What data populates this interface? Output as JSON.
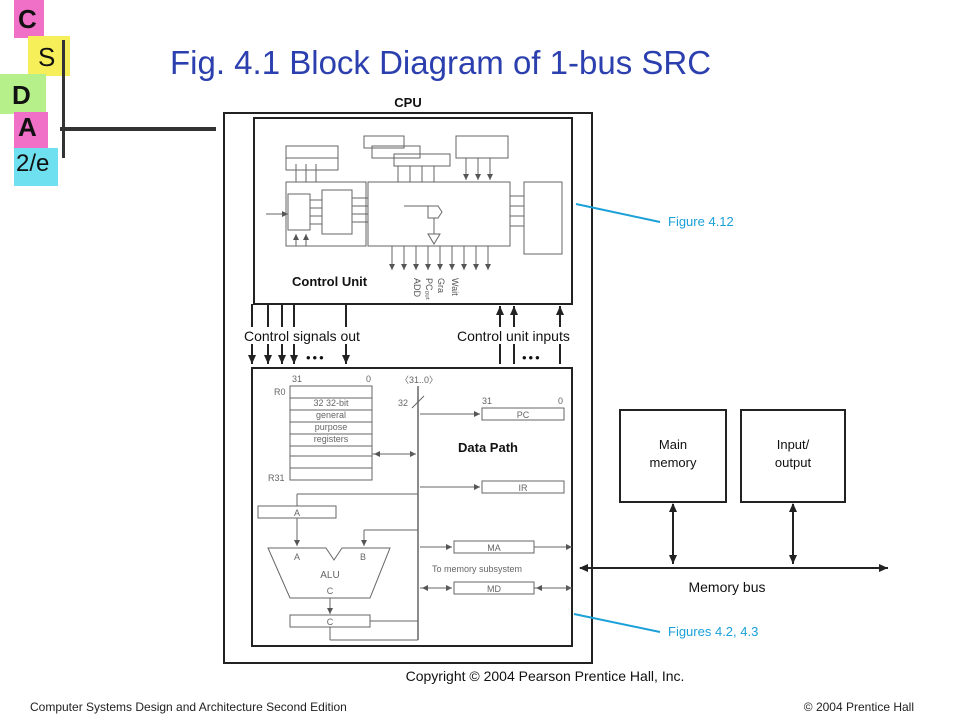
{
  "logo": {
    "letters": [
      "C",
      "S",
      "D",
      "A",
      "2/e"
    ]
  },
  "title": "Fig. 4.1  Block Diagram of 1-bus SRC",
  "diagram": {
    "cpu_label": "CPU",
    "control_unit_label": "Control Unit",
    "control_outputs": [
      "ADD",
      "PC₀ᵤₜ",
      "Gra",
      "Wait"
    ],
    "control_signals_out": "Control signals out",
    "control_unit_inputs": "Control unit inputs",
    "ellipsis": "•••",
    "datapath": {
      "bit_high": "31",
      "bit_low": "0",
      "bus_range": "〈31..0〉",
      "bus_width": "32",
      "r0": "R0",
      "r31": "R31",
      "regfile_lines": [
        "32 32-bit",
        "general",
        "purpose",
        "registers"
      ],
      "pc": "PC",
      "pc_bit_high": "31",
      "pc_bit_low": "0",
      "label": "Data Path",
      "ir": "IR",
      "a_reg": "A",
      "alu_a": "A",
      "alu_b": "B",
      "alu": "ALU",
      "alu_c": "C",
      "c_reg": "C",
      "ma": "MA",
      "to_memory": "To memory subsystem",
      "md": "MD"
    },
    "main_memory": [
      "Main",
      "memory"
    ],
    "io": [
      "Input/",
      "output"
    ],
    "memory_bus": "Memory bus",
    "callout_412": "Figure 4.12",
    "callout_42_43": "Figures 4.2, 4.3",
    "copyright": "Copyright © 2004 Pearson Prentice Hall, Inc."
  },
  "footer": {
    "left": "Computer Systems Design and Architecture Second Edition",
    "right": "© 2004 Prentice Hall"
  },
  "colors": {
    "title": "#2b3fae",
    "callout": "#1aa0d8",
    "logo_yellow": "#f6ef5a",
    "logo_pink": "#f070c8",
    "logo_green": "#b6f08a",
    "logo_cyan": "#6fe0f0"
  }
}
